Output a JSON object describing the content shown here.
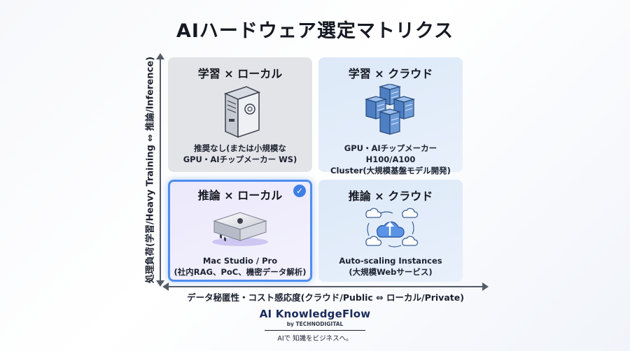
{
  "title": "AIハードウェア選定マトリクス",
  "y_axis_label": "処理負荷(学習/Heavy Training ⇔ 推論/Inference)",
  "x_axis_label": "データ秘匿性・コスト感応度(クラウド/Public ⇔ ローカル/Private)",
  "quadrants": {
    "train_local": {
      "title": "学習 × ローカル",
      "icon": "server-tower-icon",
      "desc_line1": "推奨なし(または小規模な",
      "desc_line2": "GPU・AIチップメーカー WS)"
    },
    "train_cloud": {
      "title": "学習 × クラウド",
      "icon": "server-cluster-icon",
      "desc_line1": "GPU・AIチップメーカー H100/A100",
      "desc_line2": "Cluster(大規模基盤モデル開発)"
    },
    "infer_local": {
      "title": "推論 × ローカル",
      "icon": "mac-studio-icon",
      "desc_line1": "Mac Studio / Pro",
      "desc_line2": "(社内RAG、PoC、機密データ解析)",
      "selected": true
    },
    "infer_cloud": {
      "title": "推論 × クラウド",
      "icon": "cloud-autoscaling-icon",
      "desc_line1": "Auto-scaling Instances",
      "desc_line2": "(大規模Webサービス)"
    }
  },
  "brand": {
    "name": "AI KnowledgeFlow",
    "by": "by TECHNODIGITAL",
    "tagline": "AIで 知識をビジネスへ。"
  },
  "colors": {
    "selected_border": "#4f8ef0",
    "cloud_bg": "#dde9f8",
    "local_bg": "#e3e4e8",
    "brand": "#1a2a5a"
  }
}
